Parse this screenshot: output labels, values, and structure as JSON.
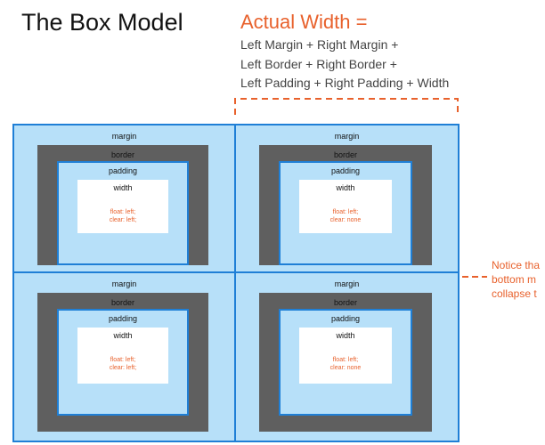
{
  "title": "The Box Model",
  "formula": {
    "heading": "Actual Width =",
    "lines": [
      "Left Margin + Right Margin +",
      "Left Border + Right Border +",
      "Left Padding + Right Padding + Width"
    ]
  },
  "note": {
    "lines": [
      "Notice tha",
      "bottom m",
      "collapse t"
    ]
  },
  "labels": {
    "margin": "margin",
    "border": "border",
    "padding": "padding",
    "width": "width"
  },
  "boxes": [
    {
      "float": "float: left;",
      "clear": "clear: left;"
    },
    {
      "float": "float: left;",
      "clear": "clear: none"
    },
    {
      "float": "float: left;",
      "clear": "clear: left;"
    },
    {
      "float": "float: left;",
      "clear": "clear: none"
    }
  ],
  "colors": {
    "accent": "#e8612c",
    "margin_fill": "#b7e0f9",
    "outline": "#1f7fd6",
    "border_fill": "#5f5f5f",
    "content_fill": "#ffffff"
  }
}
